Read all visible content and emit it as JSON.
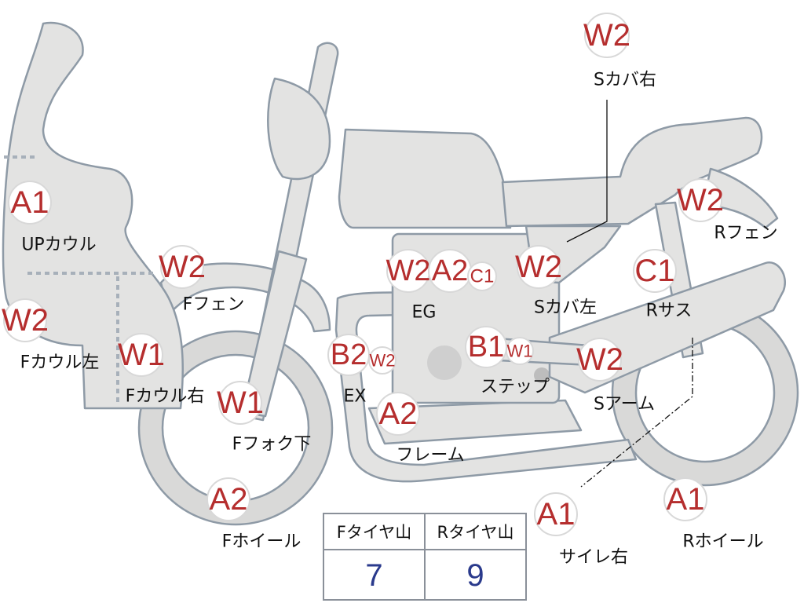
{
  "parts": {
    "s_cover_right": {
      "grade": "W2",
      "label": "Sカバ右"
    },
    "up_cowl": {
      "grade": "A1",
      "label": "UPカウル"
    },
    "r_fender": {
      "grade": "W2",
      "label": "Rフェン"
    },
    "f_fender": {
      "grade": "W2",
      "label": "Fフェン"
    },
    "engine": {
      "grades": [
        "W2",
        "A2",
        "C1"
      ],
      "label": "EG"
    },
    "s_cover_left": {
      "grade": "W2",
      "label": "Sカバ左"
    },
    "r_suspension": {
      "grade": "C1",
      "label": "Rサス"
    },
    "f_cowl_left": {
      "grade": "W2",
      "label": "Fカウル左"
    },
    "f_cowl_right": {
      "grade": "W1",
      "label": "Fカウル右"
    },
    "exhaust": {
      "grades": [
        "B2",
        "W2"
      ],
      "label": "EX"
    },
    "step": {
      "grades": [
        "B1",
        "W1"
      ],
      "label": "ステップ"
    },
    "s_arm": {
      "grade": "W2",
      "label": "Sアーム"
    },
    "f_fork_lower": {
      "grade": "W1",
      "label": "Fフォク下"
    },
    "frame": {
      "grade": "A2",
      "label": "フレーム"
    },
    "f_wheel": {
      "grade": "A2",
      "label": "Fホイール"
    },
    "silencer_right": {
      "grade": "A1",
      "label": "サイレ右"
    },
    "r_wheel": {
      "grade": "A1",
      "label": "Rホイール"
    }
  },
  "tire_table": {
    "front_header": "Fタイヤ山",
    "rear_header": "Rタイヤ山",
    "front_value": "7",
    "rear_value": "9"
  }
}
